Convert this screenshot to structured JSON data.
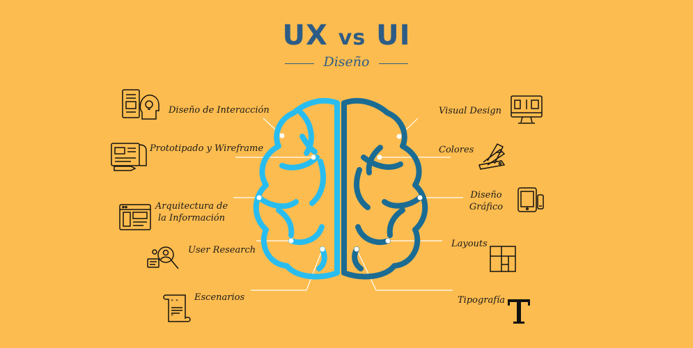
{
  "header": {
    "title_ux": "UX",
    "title_vs": "vs",
    "title_ui": "UI",
    "subtitle": "Diseño"
  },
  "left": {
    "interaccion": "Diseño de Interacción",
    "prototipado": "Prototipado y Wireframe",
    "arquitectura_1": "Arquitectura de",
    "arquitectura_2": "la Información",
    "research": "User Research",
    "escenarios": "Escenarios"
  },
  "right": {
    "visual": "Visual Design",
    "colores": "Colores",
    "grafico_1": "Diseño",
    "grafico_2": "Gráfico",
    "layouts": "Layouts",
    "tipografia": "Tipografía"
  },
  "icons": {
    "interaccion": "tablet-head-idea-icon",
    "prototipado": "wireframe-blueprint-icon",
    "arquitectura": "browser-layout-icon",
    "research": "user-search-icon",
    "escenarios": "script-scroll-icon",
    "visual": "monitor-design-icon",
    "colores": "color-swatch-icon",
    "grafico": "tablet-phone-icon",
    "layouts": "grid-layout-icon",
    "tipografia": "letter-t-icon"
  },
  "colors": {
    "background": "#FDBC4F",
    "ux_hemisphere": "#29BDEF",
    "ui_hemisphere": "#1B6C93",
    "title": "#2D5C86"
  }
}
